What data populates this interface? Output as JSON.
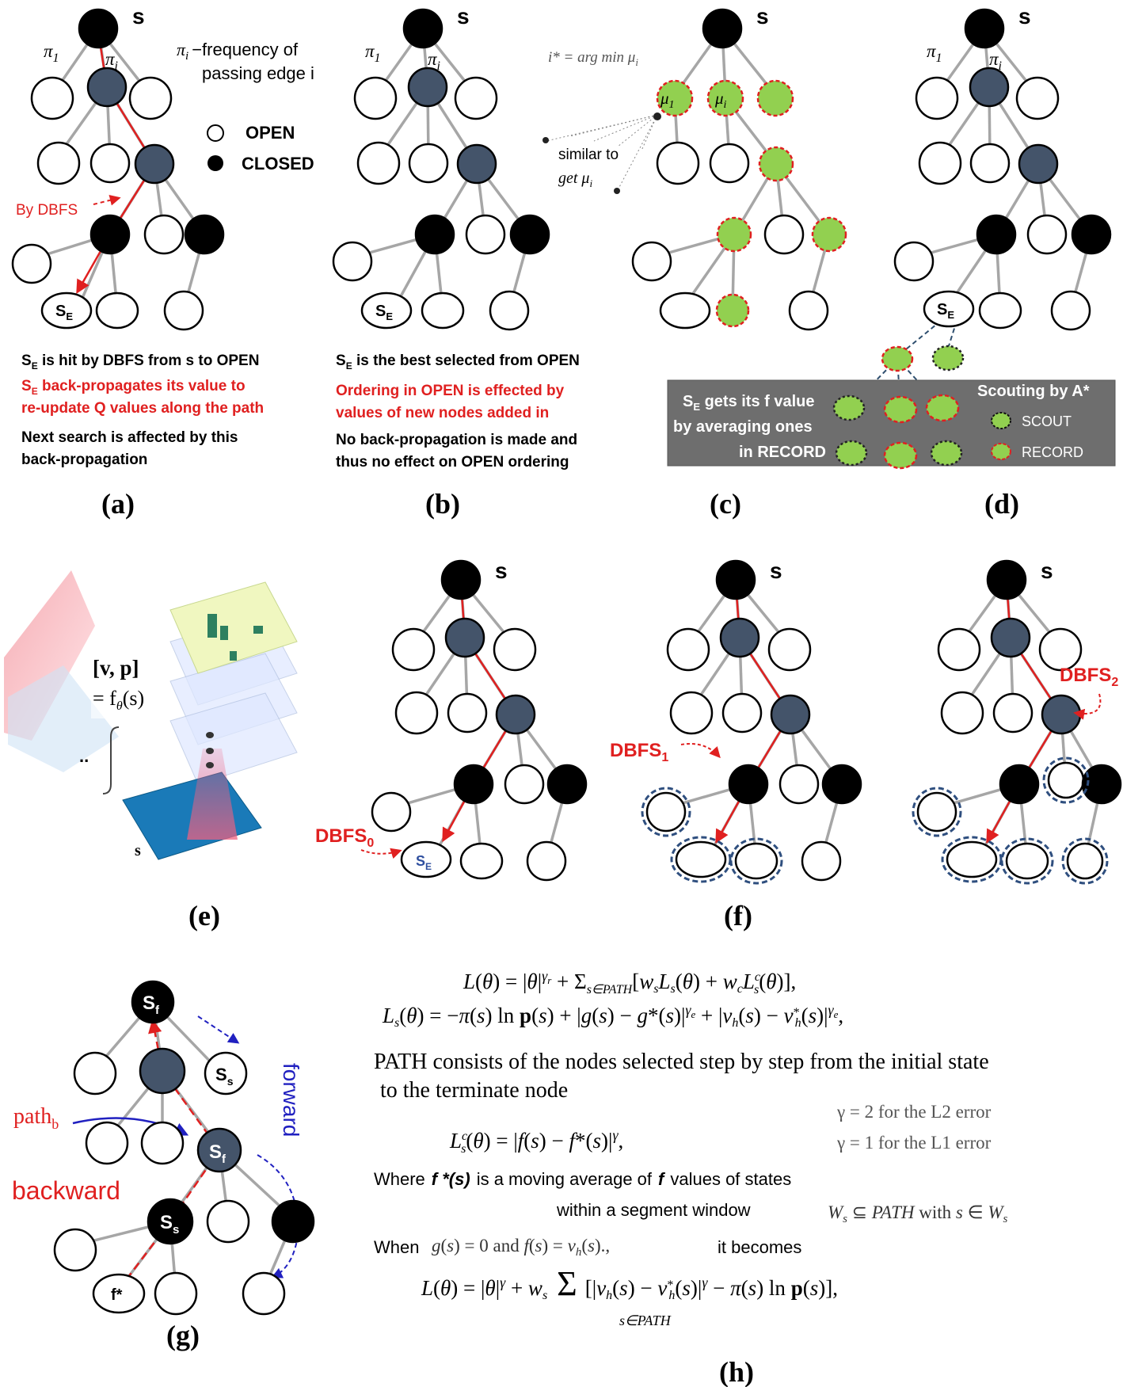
{
  "panels": {
    "a": {
      "caption": "(a)",
      "root": "s",
      "pi1": "π",
      "pi1_sub": "1",
      "pii": "π",
      "pii_sub": "i",
      "legend_pi_symbol": "π",
      "legend_pi_sub": "i",
      "legend_pi_text": "−frequency of",
      "legend_pi_text2": "passing edge i",
      "open_label": "OPEN",
      "closed_label": "CLOSED",
      "by_dbfs": "By DBFS",
      "se": "S",
      "se_sub": "E",
      "text1_pre": "S",
      "text1_sub": "E",
      "text1": " is hit by DBFS from s to OPEN",
      "text2_sub": "E",
      "text2": " back-propagates its value to",
      "text3": "re-update Q values along the path",
      "text4": "Next search is affected by this",
      "text5": "back-propagation"
    },
    "b": {
      "caption": "(b)",
      "root": "s",
      "pi1": "π",
      "pi1_sub": "1",
      "pii": "π",
      "pii_sub": "i",
      "se": "S",
      "se_sub": "E",
      "text1_sub": "E",
      "text1": " is the best selected from OPEN",
      "text2": "Ordering in OPEN is effected by",
      "text3": "values of new nodes added in",
      "text4": "No back-propagation is made and",
      "text5": "thus no effect on OPEN ordering"
    },
    "c": {
      "caption": "(c)",
      "root": "s",
      "argmin": "i* = arg min μ",
      "argmin_i": "i",
      "mu1": "μ",
      "mu1_sub": "1",
      "mui": "μ",
      "mui_sub": "i",
      "similar": "similar to",
      "get": "get μ",
      "get_sub": "i"
    },
    "d": {
      "caption": "(d)",
      "root": "s",
      "pi1": "π",
      "pi1_sub": "1",
      "pii": "π",
      "pii_sub": "i",
      "se": "S",
      "se_sub": "E",
      "box_line1_sub": "E",
      "box_line1": " gets its f value",
      "box_line2": "by averaging ones",
      "box_line3": "in RECORD",
      "scouting": "Scouting by A*",
      "scout": "SCOUT",
      "record": "RECORD"
    },
    "e": {
      "caption": "(e)",
      "vp": "[v, p]",
      "ftheta": "= f",
      "ftheta_sub": "θ",
      "ftheta_arg": "(s)",
      "dots": "..",
      "s_label": "s"
    },
    "f": {
      "caption": "(f)",
      "root": "s",
      "dbfs0": "DBFS",
      "dbfs0_sub": "0",
      "dbfs1": "DBFS",
      "dbfs1_sub": "1",
      "dbfs2": "DBFS",
      "dbfs2_sub": "2",
      "se": "S",
      "se_sub": "E"
    },
    "g": {
      "caption": "(g)",
      "sf": "S",
      "sf_sub": "f",
      "ss": "S",
      "ss_sub": "s",
      "pathb": "path",
      "pathb_sub": "b",
      "backward": "backward",
      "forward": "forward",
      "fstar": "f*"
    },
    "h": {
      "caption": "(h)",
      "eq1": "L(θ) = |θ|^γr + Σ s∈PATH [w_s L_s(θ) + w_c L_s^c(θ)],",
      "eq2": "L_s(θ) = −π(s) ln p(s) + |g(s) − g*(s)|^γe + |v_h(s) − v_h*(s)|^γe,",
      "path1": "PATH consists of the nodes selected step by step from the initial state",
      "path2": "to the terminate node",
      "eq3": "L_s^c(θ) = |f(s) − f*(s)|^γ,",
      "gamma2": "γ = 2 for the L2 error",
      "gamma1": "γ = 1 for the L1 error",
      "where1": "Where",
      "where_f": "f *(s)",
      "where2": "is a moving average of",
      "where_f2": "f",
      "where3": "values of states",
      "within": "within a segment window",
      "window": "W_s ⊆ PATH with s ∈ W_s",
      "when": "When",
      "cond": "g(s) = 0 and f(s) = v_h(s).,",
      "becomes": "it becomes",
      "eq4": "L(θ) = |θ|^γ + w_s Σ s∈PATH [|v_h(s) − v_h*(s)|^γ − π(s) ln p(s)],"
    }
  },
  "colors": {
    "closed": "#000000",
    "expanded": "#44546a",
    "open": "#ffffff",
    "edge": "#a6a6a6",
    "red": "#e02020",
    "green": "#92d050",
    "blue_dash": "#2f4f7f",
    "blue_arrow": "#2020c0",
    "box": "#6e6e6e"
  }
}
